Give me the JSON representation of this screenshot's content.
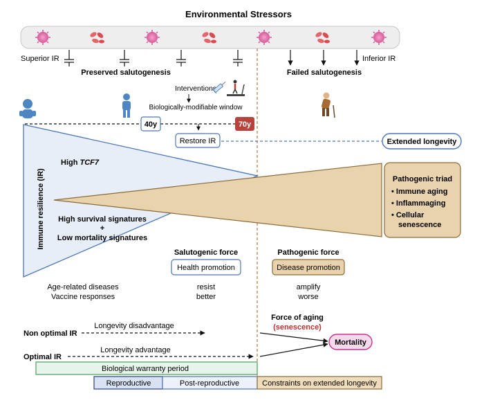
{
  "header": {
    "title": "Environmental Stressors",
    "superior_ir": "Superior IR",
    "inferior_ir": "Inferior IR",
    "preserved": "Preserved salutogenesis",
    "failed": "Failed salutogenesis"
  },
  "interventions": {
    "label": "Interventions",
    "window": "Biologically-modifiable window",
    "age_40": "40y",
    "age_70": "70y",
    "restore": "Restore IR",
    "extended": "Extended longevity"
  },
  "left_triangle": {
    "high_prefix": "High ",
    "tcf7": "TCF7",
    "axis": "Immune resilience (IR)",
    "survival": "High survival signatures",
    "plus": "+",
    "mortality_sig": "Low mortality signatures"
  },
  "triad": {
    "title": "Pathogenic triad",
    "items": [
      "• Immune aging",
      "• Inflammaging",
      "• Cellular",
      "senescence"
    ]
  },
  "forces": {
    "salutogenic": "Salutogenic force",
    "health": "Health promotion",
    "pathogenic": "Pathogenic force",
    "disease": "Disease promotion"
  },
  "effects": {
    "age_related": "Age-related diseases",
    "vaccine": "Vaccine responses",
    "resist": "resist",
    "better": "better",
    "amplify": "amplify",
    "worse": "worse"
  },
  "longevity": {
    "non_optimal": "Non optimal IR",
    "disadvantage": "Longevity disadvantage",
    "optimal": "Optimal IR",
    "advantage": "Longevity advantage",
    "force_aging": "Force of aging",
    "senescence": "(senescence)",
    "mortality": "Mortality"
  },
  "bars": {
    "warranty": "Biological warranty period",
    "reproductive": "Reproductive",
    "post": "Post-reproductive",
    "constraints": "Constraints on extended longevity"
  },
  "colors": {
    "blue_fill": "#e8eef7",
    "blue_stroke": "#4a76b8",
    "tan_fill": "#e9d3ad",
    "tan_stroke": "#8a6a3a",
    "red_box": "#b8423c",
    "mortality_fill": "#f7d9ee",
    "mortality_stroke": "#c4338b",
    "warranty_fill": "#e6f4ea",
    "warranty_stroke": "#4d9e64",
    "senescence_red": "#b8322f"
  }
}
